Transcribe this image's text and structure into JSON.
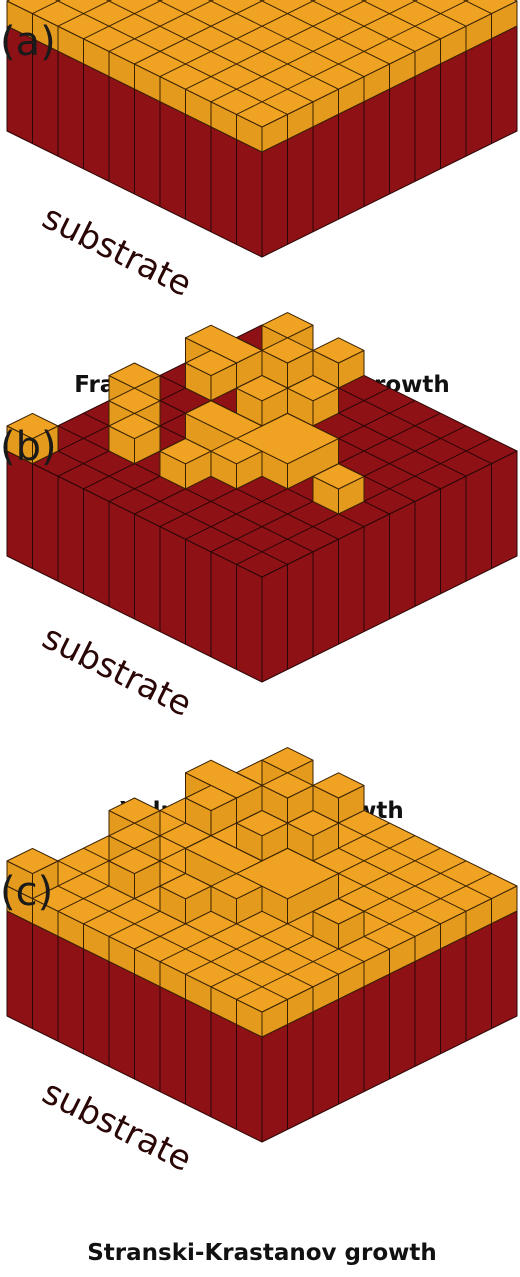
{
  "colors": {
    "substrate": "#8e1116",
    "substrate_line": "#2a0606",
    "film_top": "#f0a323",
    "film_side": "#e49a1d",
    "film_line": "#3a2200"
  },
  "panels": [
    {
      "letter": "(a)",
      "substrate_label": "substrate",
      "caption": "Frank-van der Merwe growth",
      "mode": "layer"
    },
    {
      "letter": "(b)",
      "substrate_label": "substrate",
      "caption": "Volmer-Weber growth",
      "mode": "island"
    },
    {
      "letter": "(c)",
      "substrate_label": "substrate",
      "caption": "Stranski-Krastanov growth",
      "mode": "layer-plus-island"
    }
  ]
}
